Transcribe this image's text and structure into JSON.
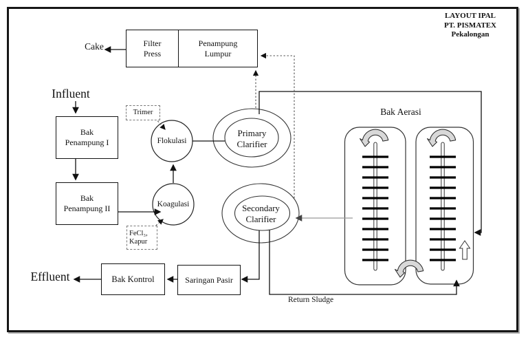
{
  "title": {
    "company": "LAYOUT IPAL\nPT. PISMATEX\nPekalongan"
  },
  "labels": {
    "influent": "Influent",
    "effluent": "Effluent",
    "cake": "Cake",
    "bak_aerasi": "Bak Aerasi",
    "return_sludge": "Return Sludge"
  },
  "process_boxes": {
    "filter_press": "Filter\nPress",
    "penampung_lumpur": "Penampung\nLumpur",
    "bak_penampung_1": "Bak\nPenampung I",
    "bak_penampung_2": "Bak\nPenampung II",
    "bak_kontrol": "Bak Kontrol",
    "saringan_pasir": "Saringan Pasir"
  },
  "chemical_boxes": {
    "trimer": "Trimer",
    "fecl_kapur": "FeCl₃,\nKapur"
  },
  "process_nodes": {
    "flokulasi": "Flokulasi",
    "koagulasi": "Koagulasi",
    "primary_clarifier": "Primary\nClarifier",
    "secondary_clarifier": "Secondary\nClarifier"
  },
  "colors": {
    "line": "#111111",
    "dashed_line": "#555555",
    "gray_line": "#999999",
    "rotor_fill": "#d8d8d8",
    "frame": "#161616"
  }
}
